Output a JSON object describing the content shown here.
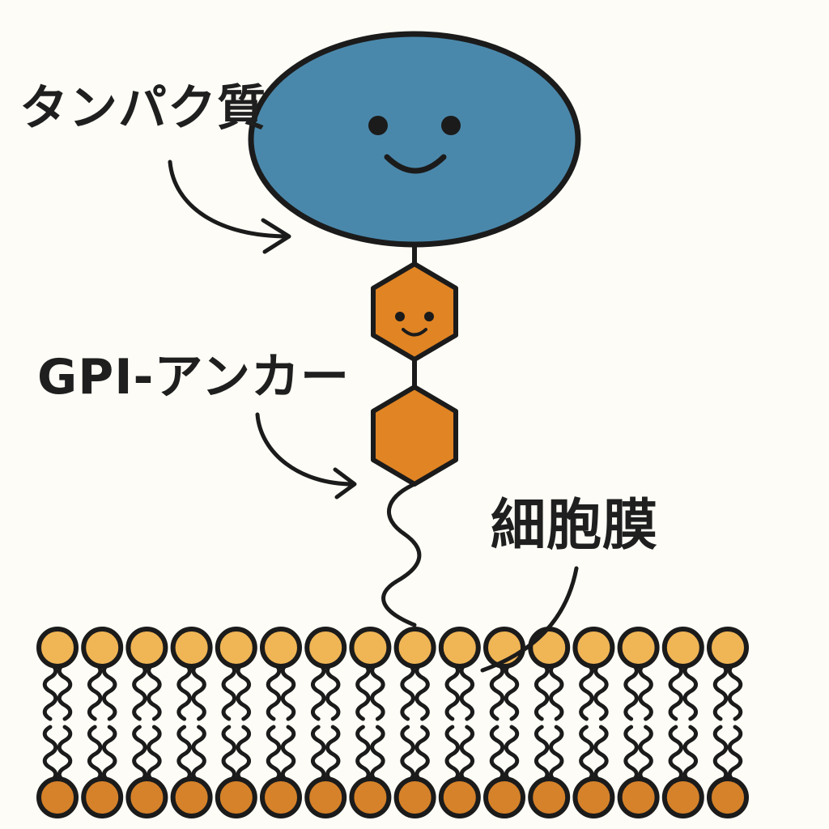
{
  "labels": {
    "protein": "タンパク質",
    "gpi_anchor": "GPI-アンカー",
    "membrane": "細胞膜"
  },
  "colors": {
    "background": "#fdfcf6",
    "protein_fill": "#4a88ab",
    "gpi_fill": "#e08424",
    "head_top_fill": "#f0b555",
    "head_bottom_fill": "#d6822a",
    "outline": "#1b1b1b"
  },
  "icons": {
    "protein_face": "smiley-face-icon",
    "gpi_face": "smiley-face-icon"
  }
}
